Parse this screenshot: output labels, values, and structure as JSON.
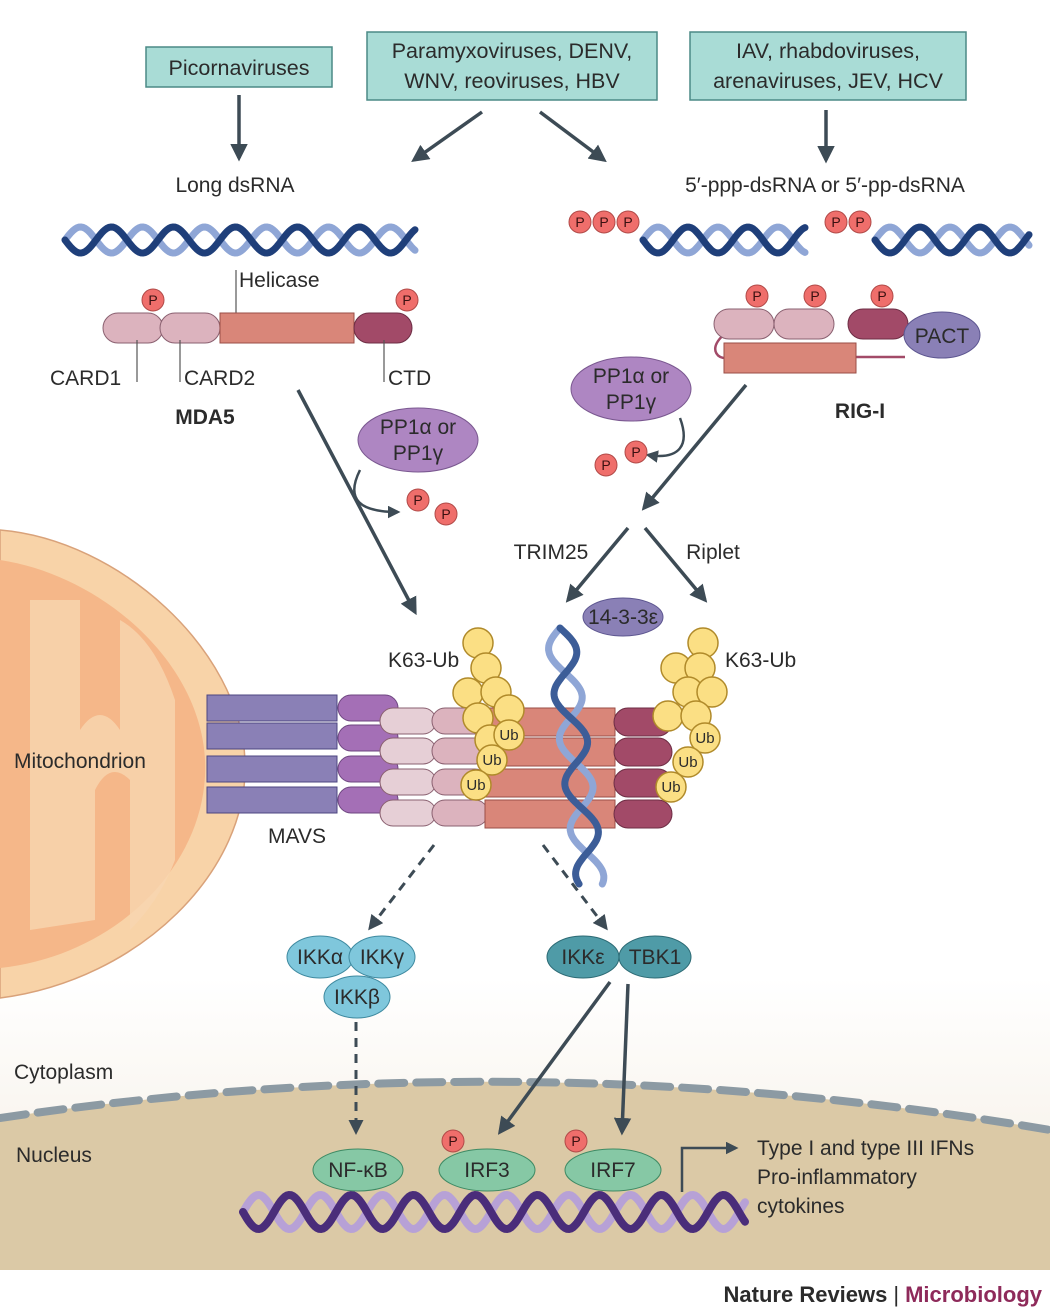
{
  "virus_groups": {
    "picornaviruses": "Picornaviruses",
    "paramyxo_line1": "Paramyxoviruses, DENV,",
    "paramyxo_line2": "WNV, reoviruses, HBV",
    "iav_line1": "IAV, rhabdoviruses,",
    "iav_line2": "arenaviruses, JEV, HCV"
  },
  "ligands": {
    "long_dsrna": "Long dsRNA",
    "ppp_dsrna": "5′-ppp-dsRNA or 5′-pp-dsRNA"
  },
  "mda5": {
    "helicase": "Helicase",
    "card1": "CARD1",
    "card2": "CARD2",
    "ctd": "CTD",
    "name": "MDA5"
  },
  "rig_i": {
    "name": "RIG-I",
    "pact": "PACT"
  },
  "phosphatase": {
    "line1": "PP1α or",
    "line2": "PP1γ"
  },
  "phospho": "P",
  "ligases": {
    "trim25": "TRIM25",
    "riplet": "Riplet",
    "chaperone": "14-3-3ε"
  },
  "ubiquitin": {
    "k63": "K63-Ub",
    "ub": "Ub"
  },
  "compartments": {
    "mitochondrion": "Mitochondrion",
    "mavs": "MAVS",
    "cytoplasm": "Cytoplasm",
    "nucleus": "Nucleus"
  },
  "kinases": {
    "ikk_alpha": "IKKα",
    "ikk_gamma": "IKKγ",
    "ikk_beta": "IKKβ",
    "ikk_epsilon": "IKKε",
    "tbk1": "TBK1"
  },
  "transcription_factors": {
    "nfkb": "NF-κB",
    "irf3": "IRF3",
    "irf7": "IRF7"
  },
  "outputs": {
    "line1": "Type I and type III IFNs",
    "line2": "Pro-inflammatory",
    "line3": "cytokines"
  },
  "footer": {
    "publisher": "Nature Reviews",
    "separator": "|",
    "journal": "Microbiology"
  },
  "colors": {
    "teal_box": "#a9dcd6",
    "teal_border": "#4b8a86",
    "card": "#dcb3be",
    "helicase": "#d98679",
    "ctd": "#a24a68",
    "pp1": "#ae86c2",
    "phospho": "#ef6e6b",
    "ub": "#fbdf84",
    "mavs": "#8a80b6",
    "ikk": "#7fc7dc",
    "tbk": "#4f9ba7",
    "tf": "#86c8a5",
    "nucleus": "#dbc9a6",
    "arrow": "#3d4b55"
  }
}
